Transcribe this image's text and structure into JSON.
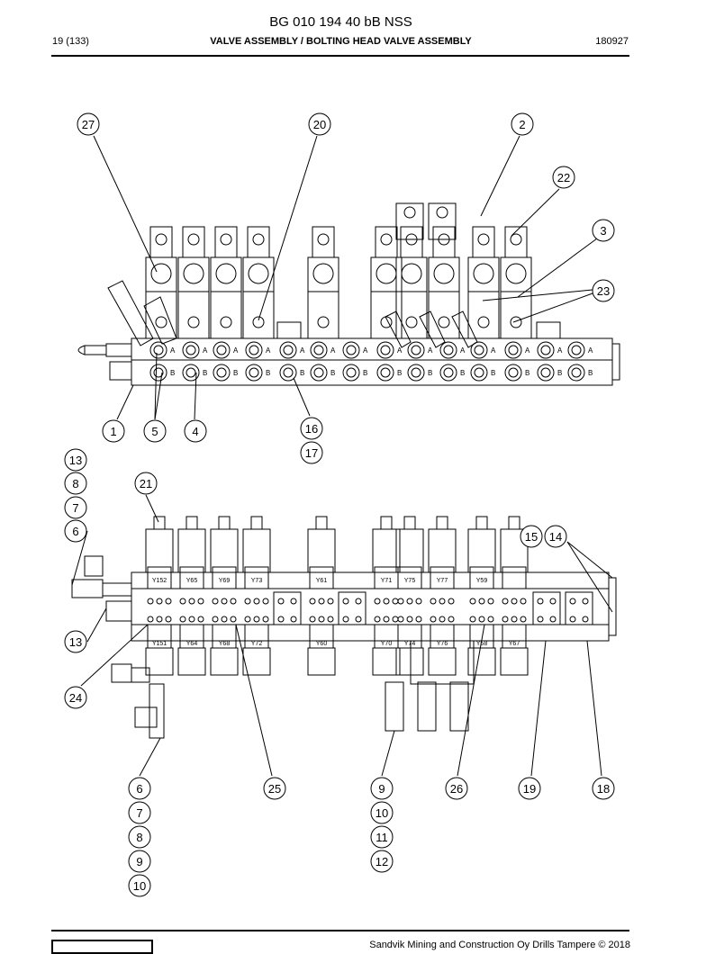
{
  "header": {
    "doc_number": "BG 010 194 40 bB NSS",
    "page": "19 (133)",
    "title": "VALVE ASSEMBLY / BOLTING HEAD VALVE ASSEMBLY",
    "date_code": "180927"
  },
  "footer": {
    "copyright": "Sandvik Mining and Construction Oy Drills Tampere © 2018"
  },
  "port_labels": {
    "a": "A",
    "b": "B"
  },
  "upper_callouts": [
    {
      "label": "27"
    },
    {
      "label": "20"
    },
    {
      "label": "2"
    },
    {
      "label": "22"
    },
    {
      "label": "3"
    },
    {
      "label": "23"
    },
    {
      "label": "1"
    },
    {
      "label": "5"
    },
    {
      "label": "4"
    },
    {
      "label": "16"
    },
    {
      "label": "17"
    }
  ],
  "lower_callouts": [
    {
      "label": "13"
    },
    {
      "label": "8"
    },
    {
      "label": "7"
    },
    {
      "label": "6"
    },
    {
      "label": "21"
    },
    {
      "label": "15"
    },
    {
      "label": "14"
    },
    {
      "label": "13"
    },
    {
      "label": "24"
    },
    {
      "label": "6"
    },
    {
      "label": "7"
    },
    {
      "label": "8"
    },
    {
      "label": "9"
    },
    {
      "label": "10"
    },
    {
      "label": "25"
    },
    {
      "label": "9"
    },
    {
      "label": "10"
    },
    {
      "label": "11"
    },
    {
      "label": "12"
    },
    {
      "label": "26"
    },
    {
      "label": "19"
    },
    {
      "label": "18"
    }
  ],
  "solenoid_tags_top": [
    "Y152",
    "Y65",
    "Y69",
    "Y73",
    "Y61",
    "Y71",
    "Y75",
    "Y77",
    "Y59"
  ],
  "solenoid_tags_bottom": [
    "Y151",
    "Y64",
    "Y68",
    "Y72",
    "Y60",
    "Y70",
    "Y74",
    "Y76",
    "Y58",
    "Y67"
  ]
}
